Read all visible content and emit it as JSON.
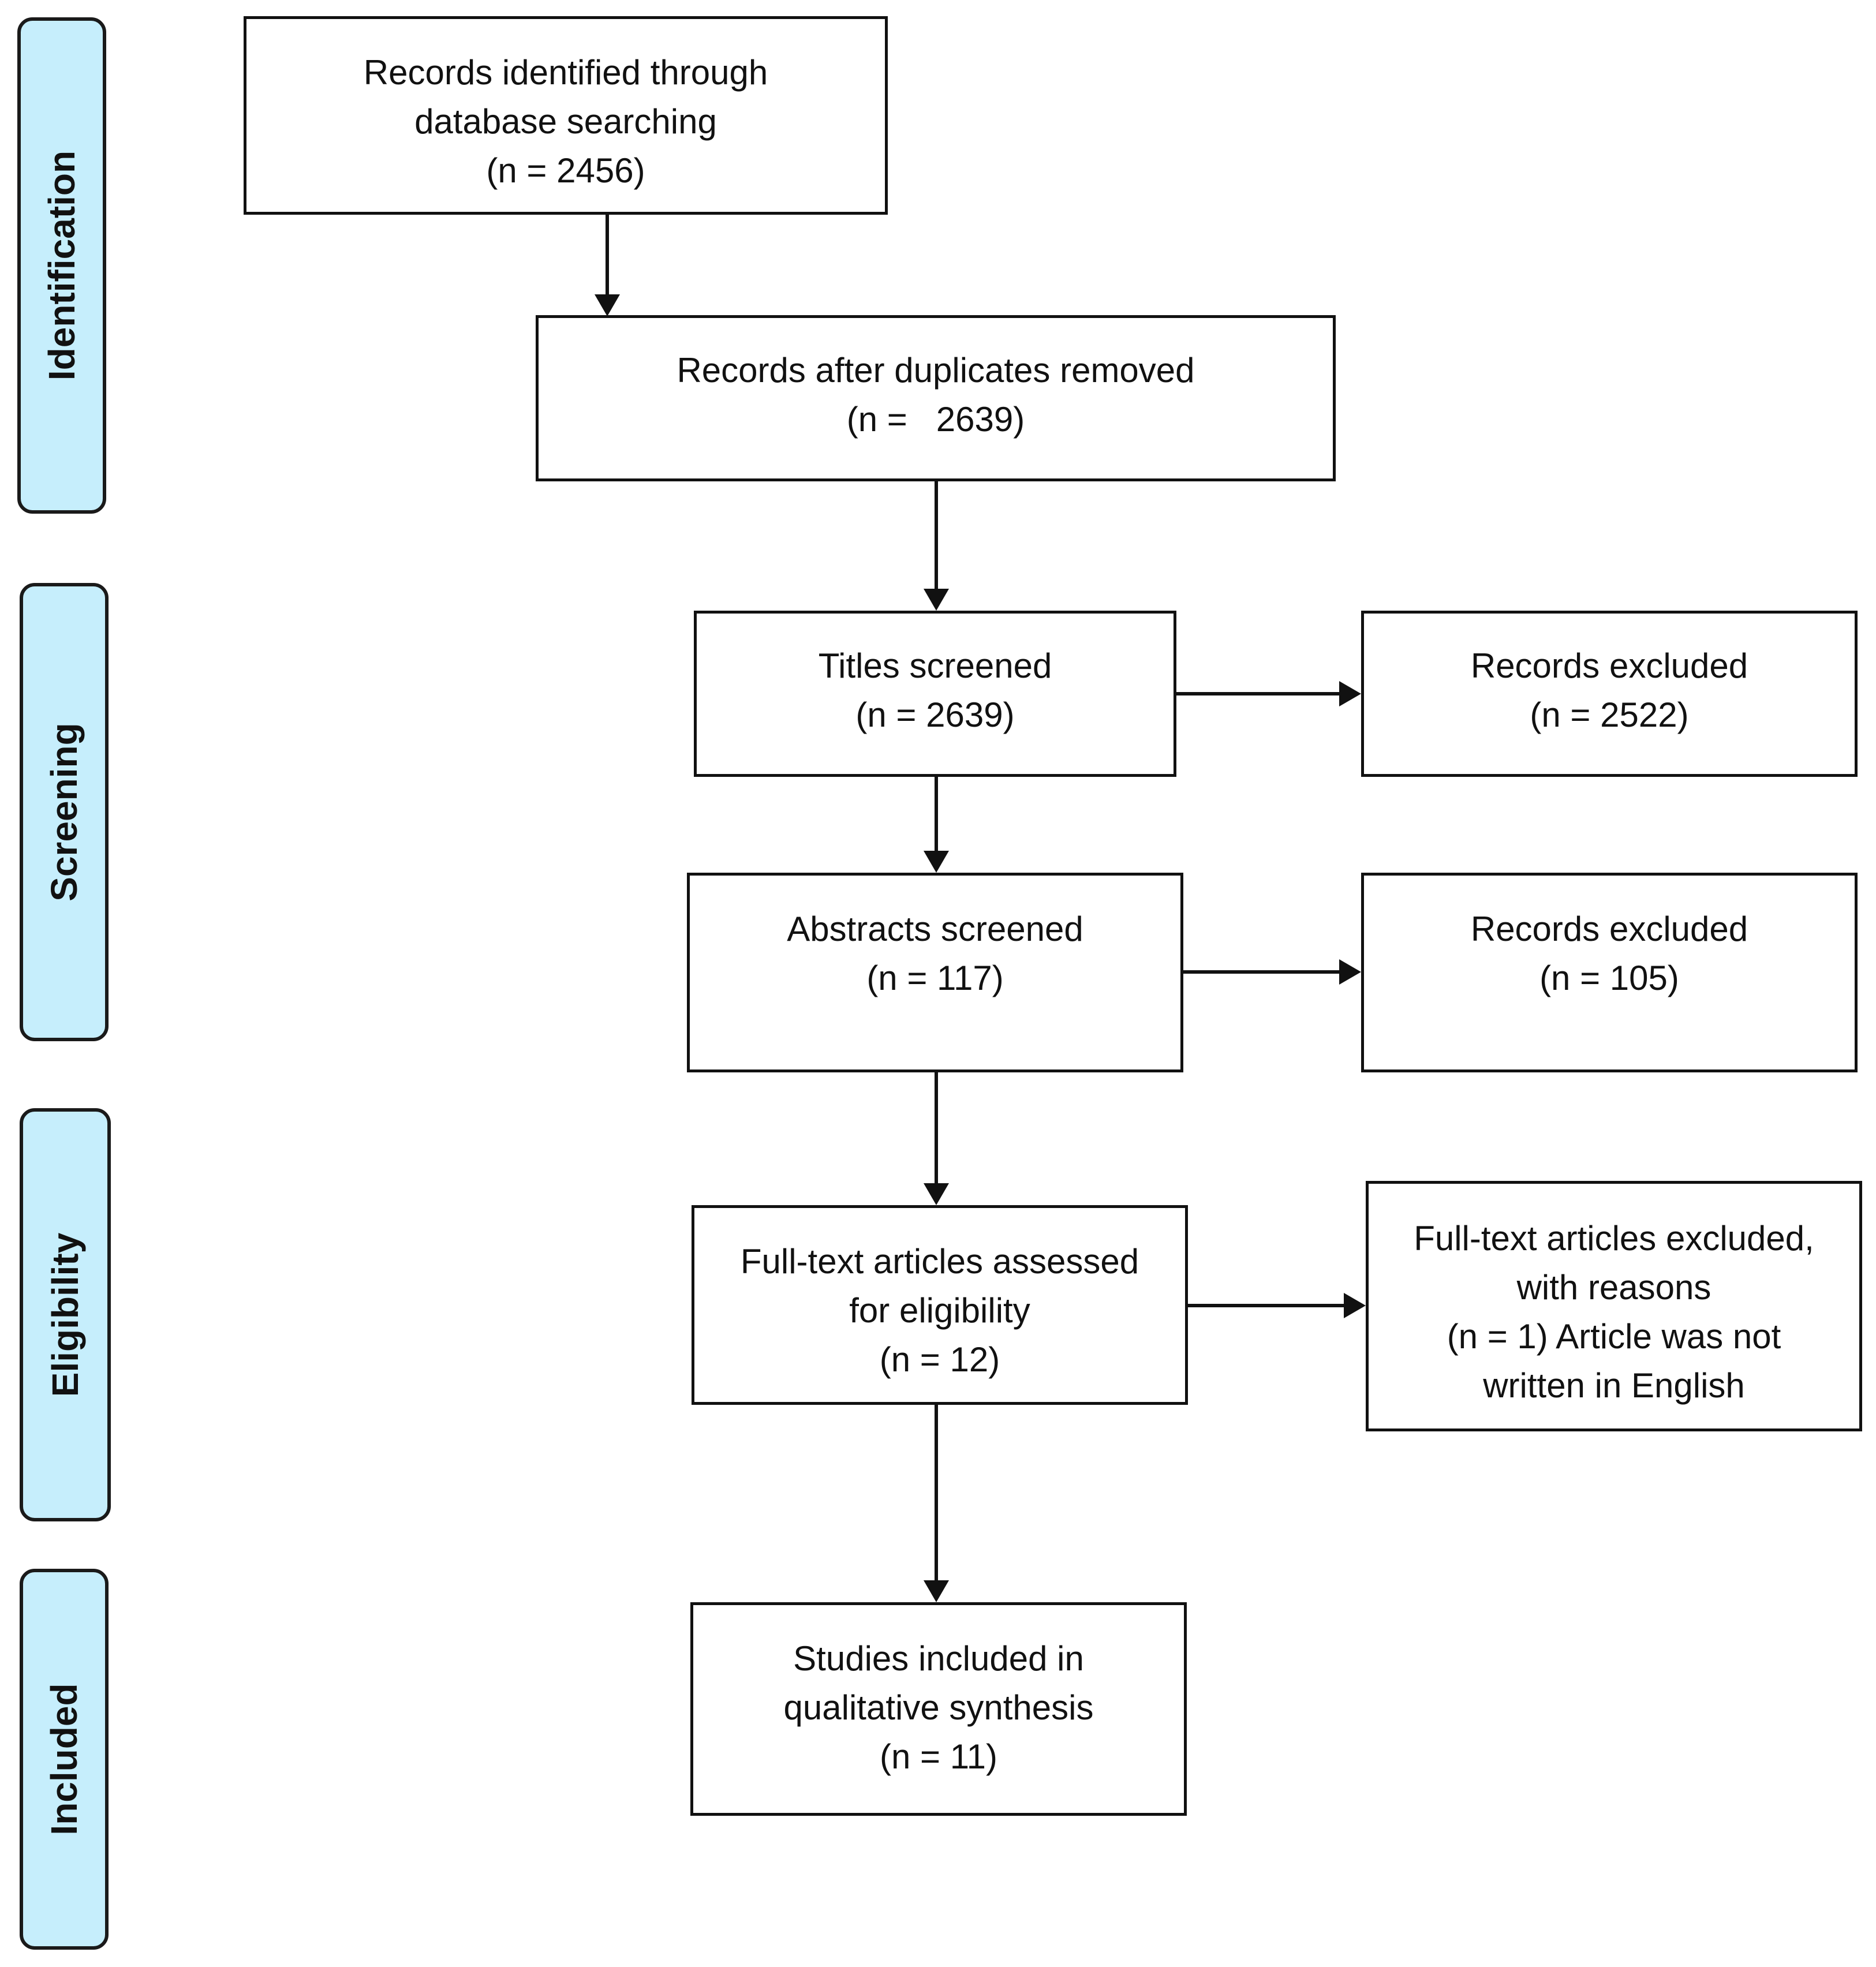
{
  "stages": {
    "identification": "Identification",
    "screening": "Screening",
    "eligibility": "Eligibility",
    "included": "Included"
  },
  "boxes": {
    "identified": {
      "line1": "Records identified through",
      "line2": "database searching",
      "count": "(n = 2456)"
    },
    "deduplicated": {
      "line1": "Records after duplicates removed",
      "count": "(n =   2639)"
    },
    "titles_screened": {
      "line1": "Titles screened",
      "count": "(n = 2639)"
    },
    "titles_excluded": {
      "line1": "Records excluded",
      "count": "(n = 2522)"
    },
    "abstracts_screened": {
      "line1": "Abstracts screened",
      "count": "(n = 117)"
    },
    "abstracts_excluded": {
      "line1": "Records excluded",
      "count": "(n = 105)"
    },
    "fulltext_assessed": {
      "line1": "Full-text articles assessed",
      "line2": "for eligibility",
      "count": "(n = 12)"
    },
    "fulltext_excluded": {
      "line1": "Full-text articles excluded,",
      "line2": "with reasons",
      "line3": "(n = 1) Article was not",
      "line4": "written in English"
    },
    "included_studies": {
      "line1": "Studies included in",
      "line2": "qualitative synthesis",
      "count": "(n = 11)"
    }
  }
}
